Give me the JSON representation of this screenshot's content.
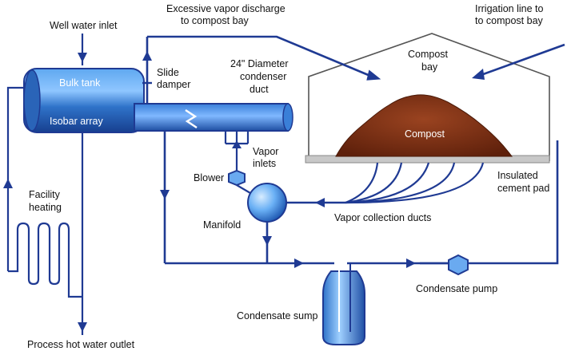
{
  "labels": {
    "well_water_inlet": "Well water inlet",
    "excessive_vapor_1": "Excessive vapor discharge",
    "excessive_vapor_2": "to compost bay",
    "irrigation_1": "Irrigation line to",
    "irrigation_2": "to compost bay",
    "bulk_tank": "Bulk tank",
    "isobar_array": "Isobar array",
    "slide_damper_1": "Slide",
    "slide_damper_2": "damper",
    "condenser_duct_1": "24\" Diameter",
    "condenser_duct_2": "condenser",
    "condenser_duct_3": "duct",
    "compost_bay_1": "Compost",
    "compost_bay_2": "bay",
    "compost": "Compost",
    "vapor_inlets_1": "Vapor",
    "vapor_inlets_2": "inlets",
    "blower": "Blower",
    "manifold": "Manifold",
    "insulated_pad_1": "Insulated",
    "insulated_pad_2": "cement pad",
    "vapor_collection_ducts": "Vapor collection ducts",
    "facility_heating_1": "Facility",
    "facility_heating_2": "heating",
    "condensate_pump": "Condensate pump",
    "condensate_sump": "Condensate sump",
    "process_hot_water_outlet": "Process hot water outlet"
  },
  "colors": {
    "pipe": "#1f3a93",
    "tank_blue": "#2f73c9",
    "compost_brown": "#7a2e12",
    "pad_gray": "#c8c8c8",
    "bay_outline": "#555555"
  }
}
